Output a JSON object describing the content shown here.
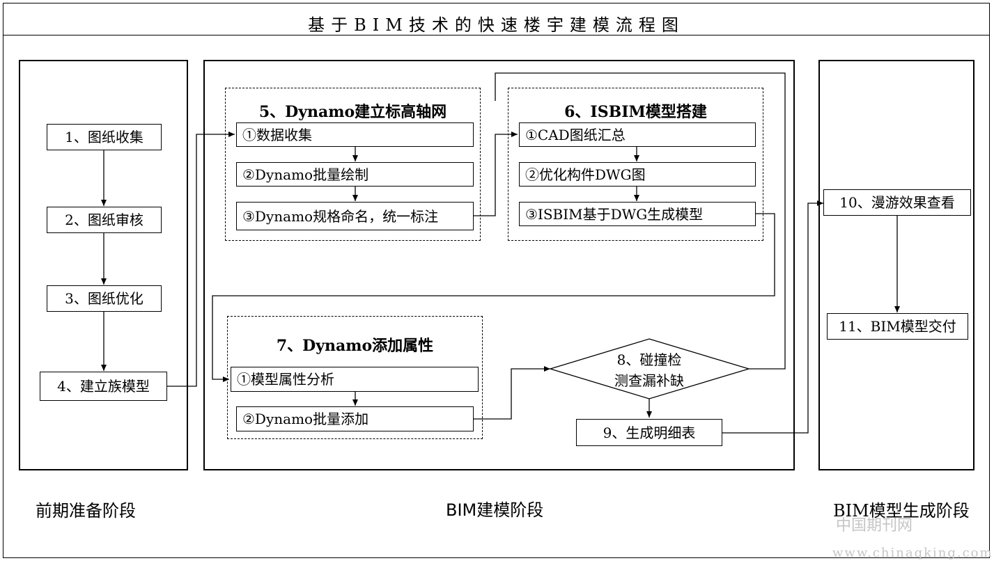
{
  "title": "基于BIM技术的快速楼宇建模流程图",
  "stages": {
    "prep": "前期准备阶段",
    "modeling": "BIM建模阶段",
    "output": "BIM模型生成阶段"
  },
  "prep_steps": [
    "1、图纸收集",
    "2、图纸审核",
    "3、图纸优化",
    "4、建立族模型"
  ],
  "group5": {
    "title": "5、Dynamo建立标高轴网",
    "steps": [
      "①数据收集",
      "②Dynamo批量绘制",
      "③Dynamo规格命名，统一标注"
    ]
  },
  "group6": {
    "title": "6、ISBIM模型搭建",
    "steps": [
      "①CAD图纸汇总",
      "②优化构件DWG图",
      "③ISBIM基于DWG生成模型"
    ]
  },
  "group7": {
    "title": "7、Dynamo添加属性",
    "steps": [
      "①模型属性分析",
      "②Dynamo批量添加"
    ]
  },
  "step8": {
    "line1": "8、碰撞检",
    "line2": "测查漏补缺"
  },
  "step9": "9、生成明细表",
  "output_steps": [
    "10、漫游效果查看",
    "11、BIM模型交付"
  ],
  "watermark": {
    "cn": "中国期刊网",
    "url": "www.chinaqking.com"
  }
}
